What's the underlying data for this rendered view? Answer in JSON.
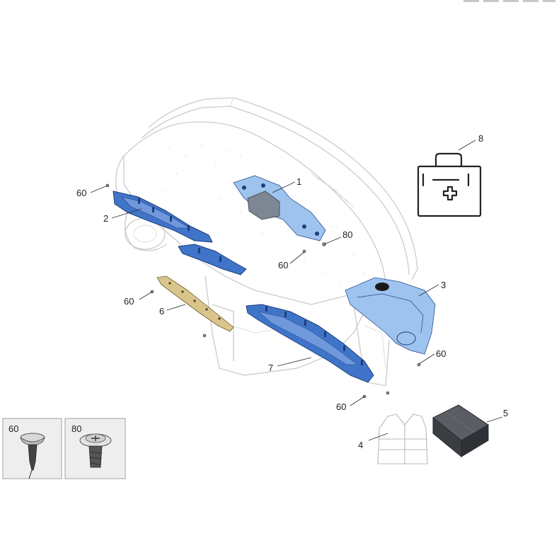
{
  "callouts": {
    "c1": "1",
    "c2": "2",
    "c3": "3",
    "c4": "4",
    "c5": "5",
    "c6": "6",
    "c7": "7",
    "c8": "8",
    "c60a": "60",
    "c60b": "60",
    "c60c": "60",
    "c60d": "60",
    "c60e": "60",
    "c80": "80"
  },
  "insets": {
    "screw60": "60",
    "screw80": "80"
  },
  "icons": {
    "first_aid_kit": "first-aid-kit-icon",
    "safety_vest": "safety-vest-icon",
    "mat_block": "mat-block-icon"
  },
  "colors": {
    "part_blue": "#3f74c9",
    "part_blue_light": "#9ec3ee",
    "outline_gray": "#c9cbcd",
    "mat_dark": "#3a3d42"
  }
}
